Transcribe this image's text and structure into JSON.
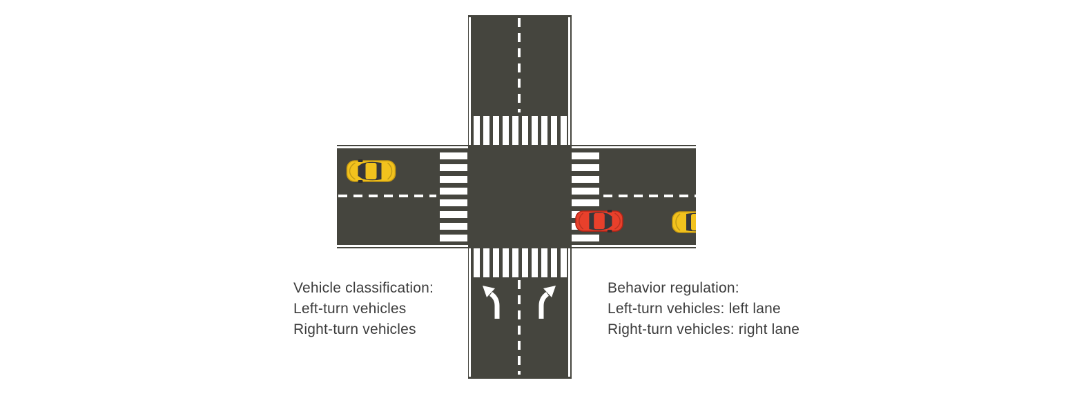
{
  "diagram": {
    "title_hint": "Top-down four-way road intersection schematic",
    "annotations": {
      "left": {
        "title": "Vehicle classification:",
        "line1": "Left-turn vehicles",
        "line2": "Right-turn vehicles"
      },
      "right": {
        "title": "Behavior regulation:",
        "line1": "Left-turn vehicles: left lane",
        "line2": "Right-turn vehicles: right lane"
      }
    },
    "scene": {
      "intersection": "four-way, two-lane roads crossing at right angles",
      "markings": [
        "white dashed center line on each road",
        "white solid edge lines on each road",
        "zebra crosswalk on each of the four approaches",
        "left-turn arrow painted in south-approach left lane",
        "right-turn arrow painted in south-approach right lane"
      ],
      "vehicles": [
        {
          "id": "car-yellow-westbound",
          "color": "yellow",
          "location": "west arm, north lane, west of crosswalk"
        },
        {
          "id": "car-red-eastbound",
          "color": "red",
          "location": "east arm, south lane, rear over crosswalk"
        },
        {
          "id": "car-yellow-east-edge",
          "color": "yellow",
          "location": "east arm, south lane, clipped at east road end"
        }
      ]
    }
  },
  "colors": {
    "bg": "#ffffff",
    "road": "#45453e",
    "mark": "#ffffff",
    "text": "#3c3c3c",
    "car_yellow": "#f2c21d",
    "car_yellow_dark": "#c79a12",
    "car_red": "#e8402b",
    "car_red_dark": "#b02417",
    "glass": "#37373a"
  }
}
